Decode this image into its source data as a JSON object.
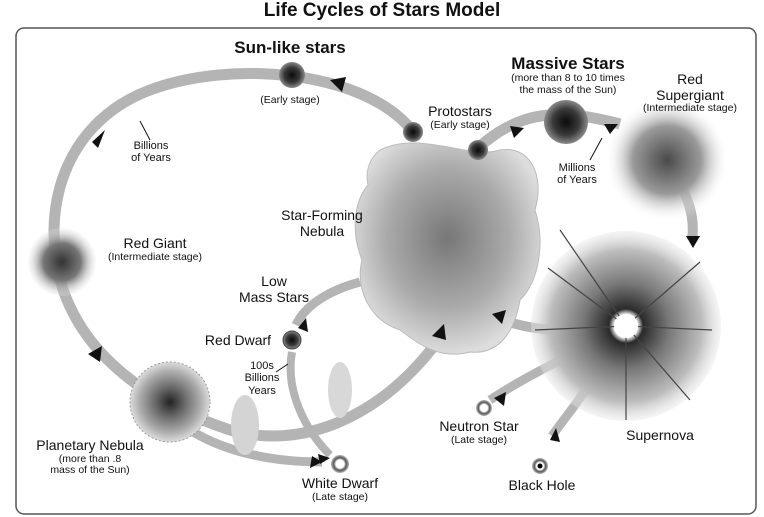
{
  "title": "Life Cycles of Stars Model",
  "labels": {
    "sun_like": {
      "title": "Sun-like stars",
      "sub": "(Early stage)"
    },
    "massive": {
      "title": "Massive Stars",
      "sub1": "(more than 8 to 10 times",
      "sub2": "the mass of the Sun)"
    },
    "protostars": {
      "title": "Protostars",
      "sub": "(Early stage)"
    },
    "red_supergiant": {
      "line1": "Red",
      "line2": "Supergiant",
      "sub": "(Intermediate stage)"
    },
    "billions": {
      "line1": "Billions",
      "line2": "of Years"
    },
    "millions": {
      "line1": "Millions",
      "line2": "of Years"
    },
    "nebula": {
      "line1": "Star-Forming",
      "line2": "Nebula"
    },
    "red_giant": {
      "title": "Red Giant",
      "sub": "(Intermediate stage)"
    },
    "low_mass": {
      "line1": "Low",
      "line2": "Mass Stars"
    },
    "red_dwarf": {
      "title": "Red Dwarf"
    },
    "hundreds_billions": {
      "line1": "100s",
      "line2": "Billions",
      "line3": "Years"
    },
    "planetary_nebula": {
      "title": "Planetary Nebula",
      "sub1": "(more than .8",
      "sub2": "mass of the Sun)"
    },
    "white_dwarf": {
      "title": "White Dwarf",
      "sub": "(Late stage)"
    },
    "neutron_star": {
      "title": "Neutron Star",
      "sub": "(Late stage)"
    },
    "black_hole": {
      "title": "Black Hole"
    },
    "supernova": {
      "title": "Supernova"
    }
  },
  "colors": {
    "path": "#b4b4b4",
    "arrow": "#111111",
    "frame": "#555555"
  }
}
